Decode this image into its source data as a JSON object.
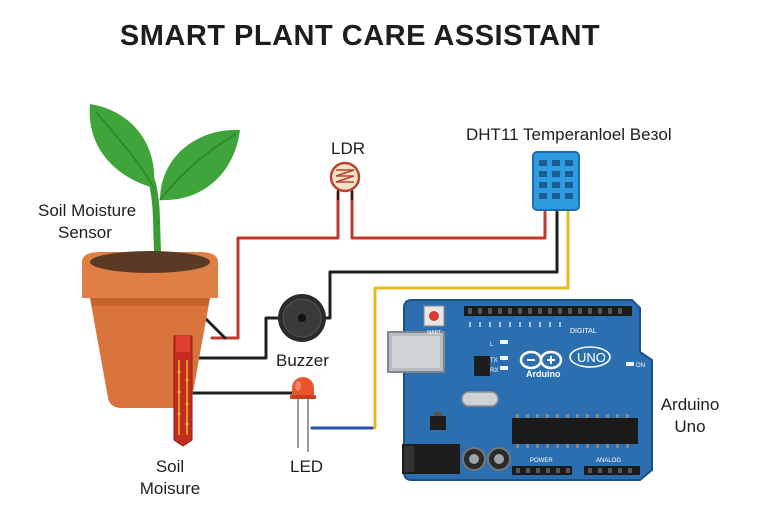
{
  "title": "SMART PLANT CARE ASSISTANT",
  "labels": {
    "soil_sensor": [
      "Soil Moisture",
      "Sensor"
    ],
    "ldr": "LDR",
    "dht11": "DHT11 Temperanloel Beзol",
    "buzzer": "Buzzer",
    "led": "LED",
    "arduino": [
      "Arduino",
      "Uno"
    ],
    "soil_bottom": [
      "Soil",
      "Moisure"
    ]
  },
  "board": {
    "brand": "Arduino",
    "model": "UNO",
    "reset_label": "MART",
    "digital_label": "DIGITAL",
    "power_label": "POWER",
    "analog_label": "ANALOG",
    "on_label": "ON",
    "pin_labels": [
      "L",
      "TX",
      "RX"
    ]
  },
  "colors": {
    "wire_red": "#c0392b",
    "wire_black": "#1f1f1f",
    "wire_yellow": "#e8b923",
    "wire_blue": "#2b4ea8",
    "board_blue": "#2c6fb0",
    "dht_blue": "#2f9be0",
    "pot": "#d9743d",
    "leaf": "#3a9a34"
  }
}
